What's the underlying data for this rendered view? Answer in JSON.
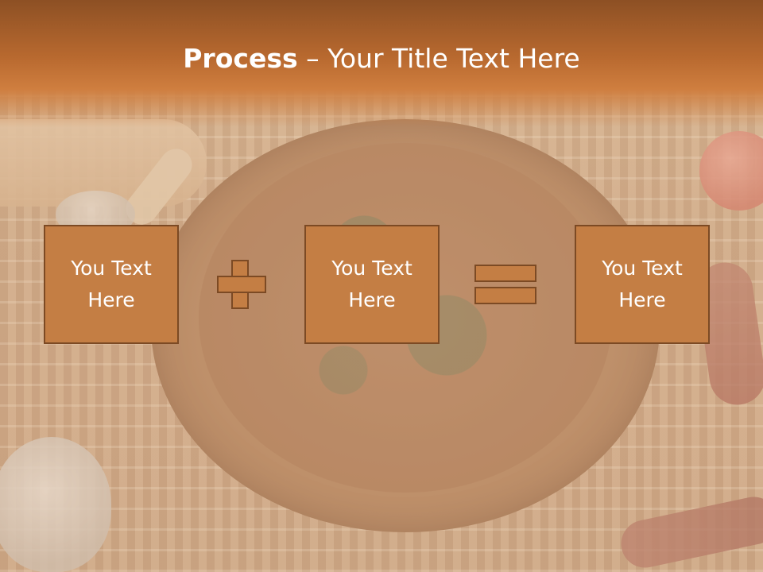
{
  "slide": {
    "title_bold": "Process",
    "title_dash": " – ",
    "title_rest": "Your Title Text Here",
    "boxes": [
      {
        "text": "You Text Here"
      },
      {
        "text": "You Text Here"
      },
      {
        "text": "You Text Here"
      }
    ],
    "operators": [
      "plus",
      "equals"
    ]
  },
  "colors": {
    "header": "#b8692f",
    "box_fill": "#c47e44",
    "box_border": "#7c4a24",
    "text": "#ffffff"
  }
}
